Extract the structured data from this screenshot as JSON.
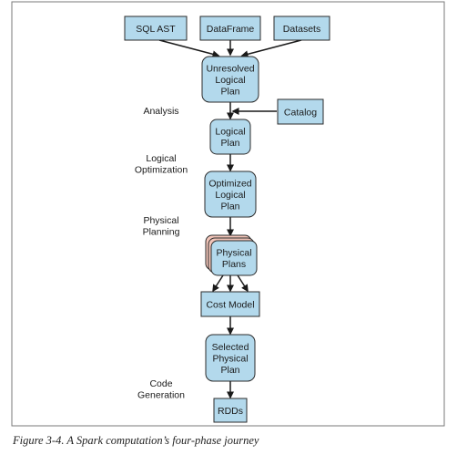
{
  "diagram": {
    "inputs": [
      {
        "label": "SQL AST"
      },
      {
        "label": "DataFrame"
      },
      {
        "label": "Datasets"
      }
    ],
    "nodes": {
      "unresolved_plan": [
        "Unresolved",
        "Logical",
        "Plan"
      ],
      "logical_plan": [
        "Logical",
        "Plan"
      ],
      "optimized_plan": [
        "Optimized",
        "Logical",
        "Plan"
      ],
      "physical_plans": [
        "Physical",
        "Plans"
      ],
      "cost_model": [
        "Cost Model"
      ],
      "selected_plan": [
        "Selected",
        "Physical",
        "Plan"
      ],
      "rdds": [
        "RDDs"
      ]
    },
    "catalog": {
      "label": "Catalog"
    },
    "stages": {
      "analysis": [
        "Analysis"
      ],
      "logical_optimization": [
        "Logical",
        "Optimization"
      ],
      "physical_planning": [
        "Physical",
        "Planning"
      ],
      "code_generation": [
        "Code",
        "Generation"
      ]
    }
  },
  "caption": "Figure 3-4. A Spark computation’s four-phase journey",
  "colors": {
    "node_fill": "#b3d9ec",
    "node_stroke": "#2b2b2b",
    "stack_fill": "#f2c4b8",
    "frame": "#7a7a7a"
  }
}
